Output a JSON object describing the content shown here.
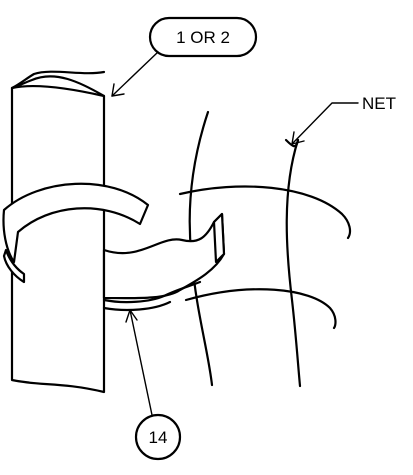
{
  "callouts": {
    "pole_label": "1 OR 2",
    "clip_label": "14",
    "net_label": "NET"
  }
}
